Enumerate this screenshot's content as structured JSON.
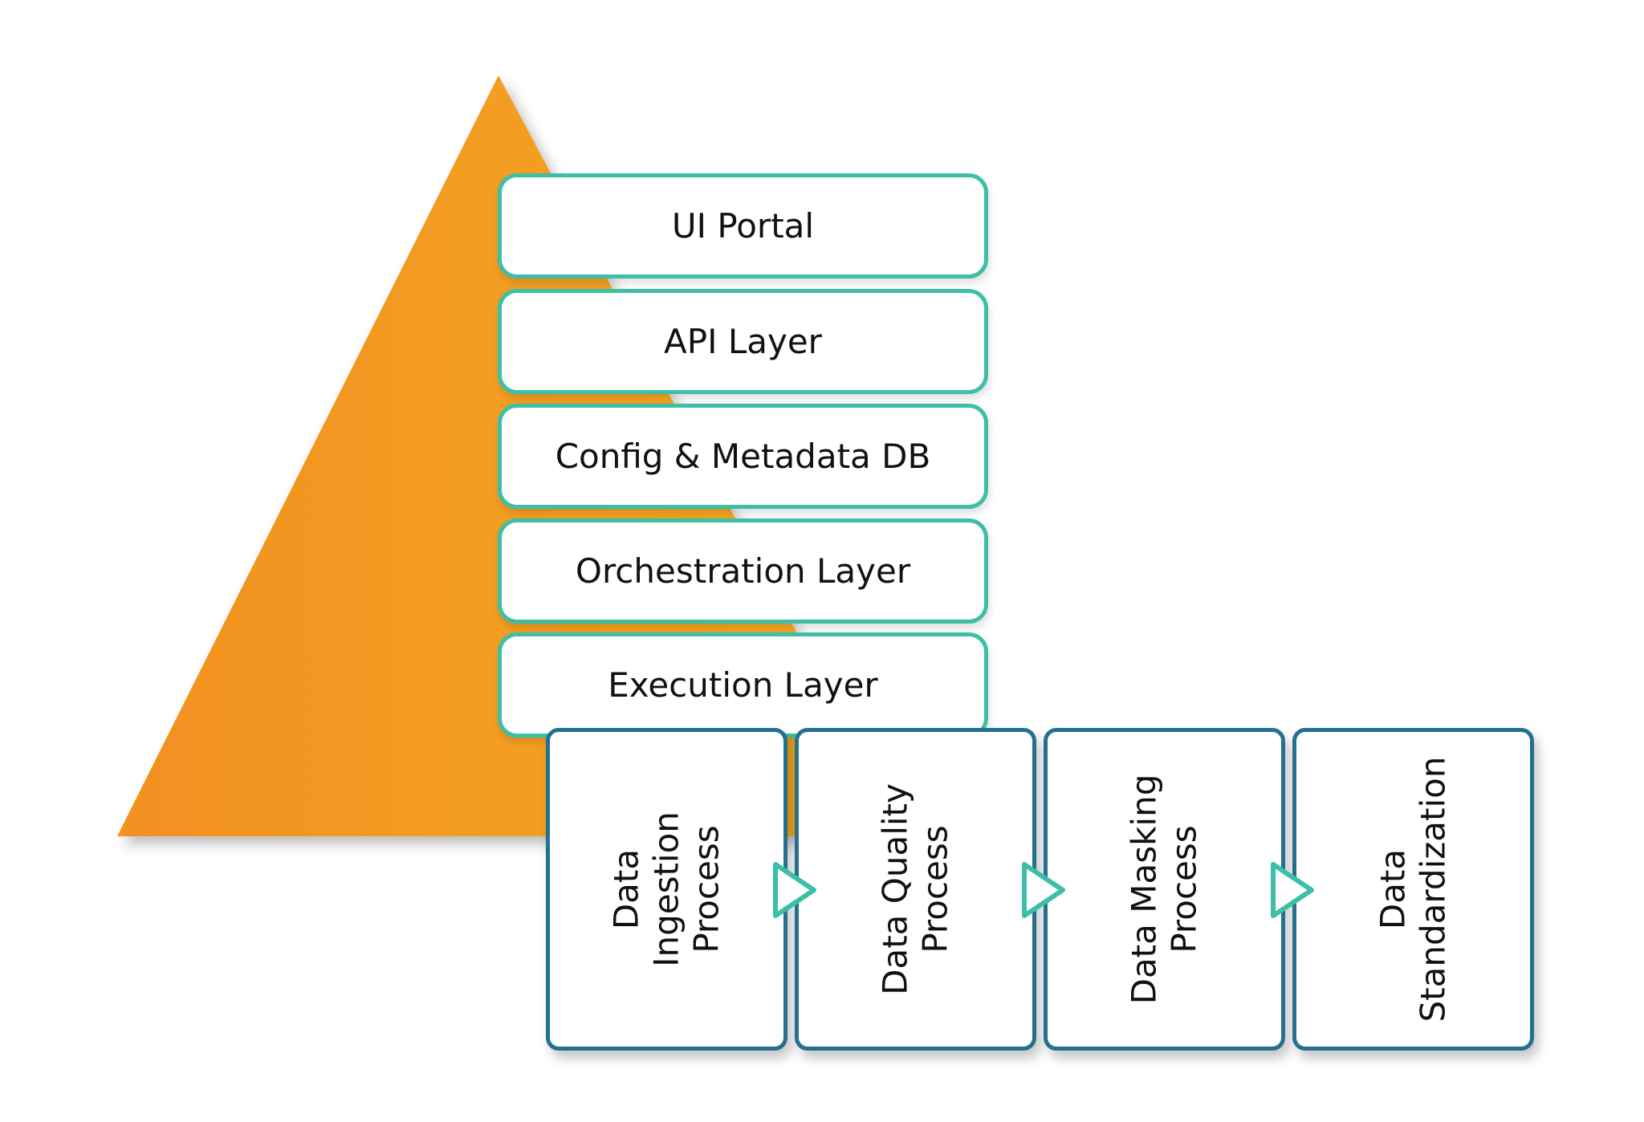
{
  "colors": {
    "pyramid_left": "#f29022",
    "pyramid_right": "#f4ab20",
    "layer_border": "#3cbfa6",
    "process_border": "#24708f",
    "arrow_stroke": "#3cbfa6"
  },
  "layers": [
    {
      "label": "UI Portal"
    },
    {
      "label": "API Layer"
    },
    {
      "label": "Config & Metadata DB"
    },
    {
      "label": "Orchestration Layer"
    },
    {
      "label": "Execution Layer"
    }
  ],
  "processes": [
    {
      "label": "Data Ingestion\nProcess"
    },
    {
      "label": "Data Quality\nProcess"
    },
    {
      "label": "Data Masking\nProcess"
    },
    {
      "label": "Data\nStandardization"
    }
  ],
  "connectors": [
    {
      "icon": "play-arrow-icon"
    },
    {
      "icon": "play-arrow-icon"
    },
    {
      "icon": "play-arrow-icon"
    }
  ]
}
